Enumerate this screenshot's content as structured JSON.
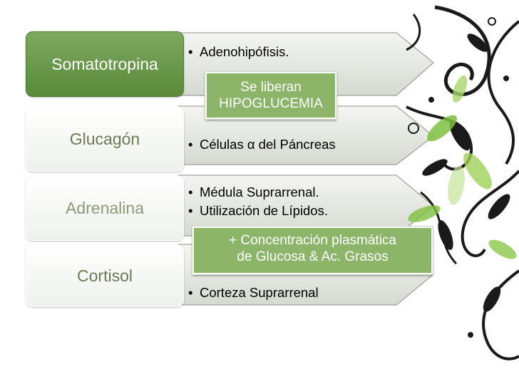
{
  "rows": [
    {
      "label": "Somatotropina",
      "bullets": [
        "Adenohipófisis."
      ]
    },
    {
      "label": "Glucagón",
      "bullets": [
        "Células α del Páncreas"
      ]
    },
    {
      "label": "Adrenalina",
      "bullets": [
        "Médula Suprarrenal.",
        "Utilización de Lípidos."
      ]
    },
    {
      "label": "Cortisol",
      "bullets": [
        "Corteza Suprarrenal"
      ]
    }
  ],
  "callouts": [
    {
      "line1": "Se liberan",
      "line2": "HIPOGLUCEMIA"
    },
    {
      "line1": "+ Concentración plasmática",
      "line2": "de Glucosa & Ac. Grasos"
    }
  ],
  "bullet_symbol": "•",
  "colors": {
    "accent_green": "#5a8a3c",
    "callout_green": "#8cb56a",
    "arrow_gray": "#dcdfd8",
    "decor_black": "#1a1a1a",
    "decor_lime": "#7fbf3f"
  }
}
